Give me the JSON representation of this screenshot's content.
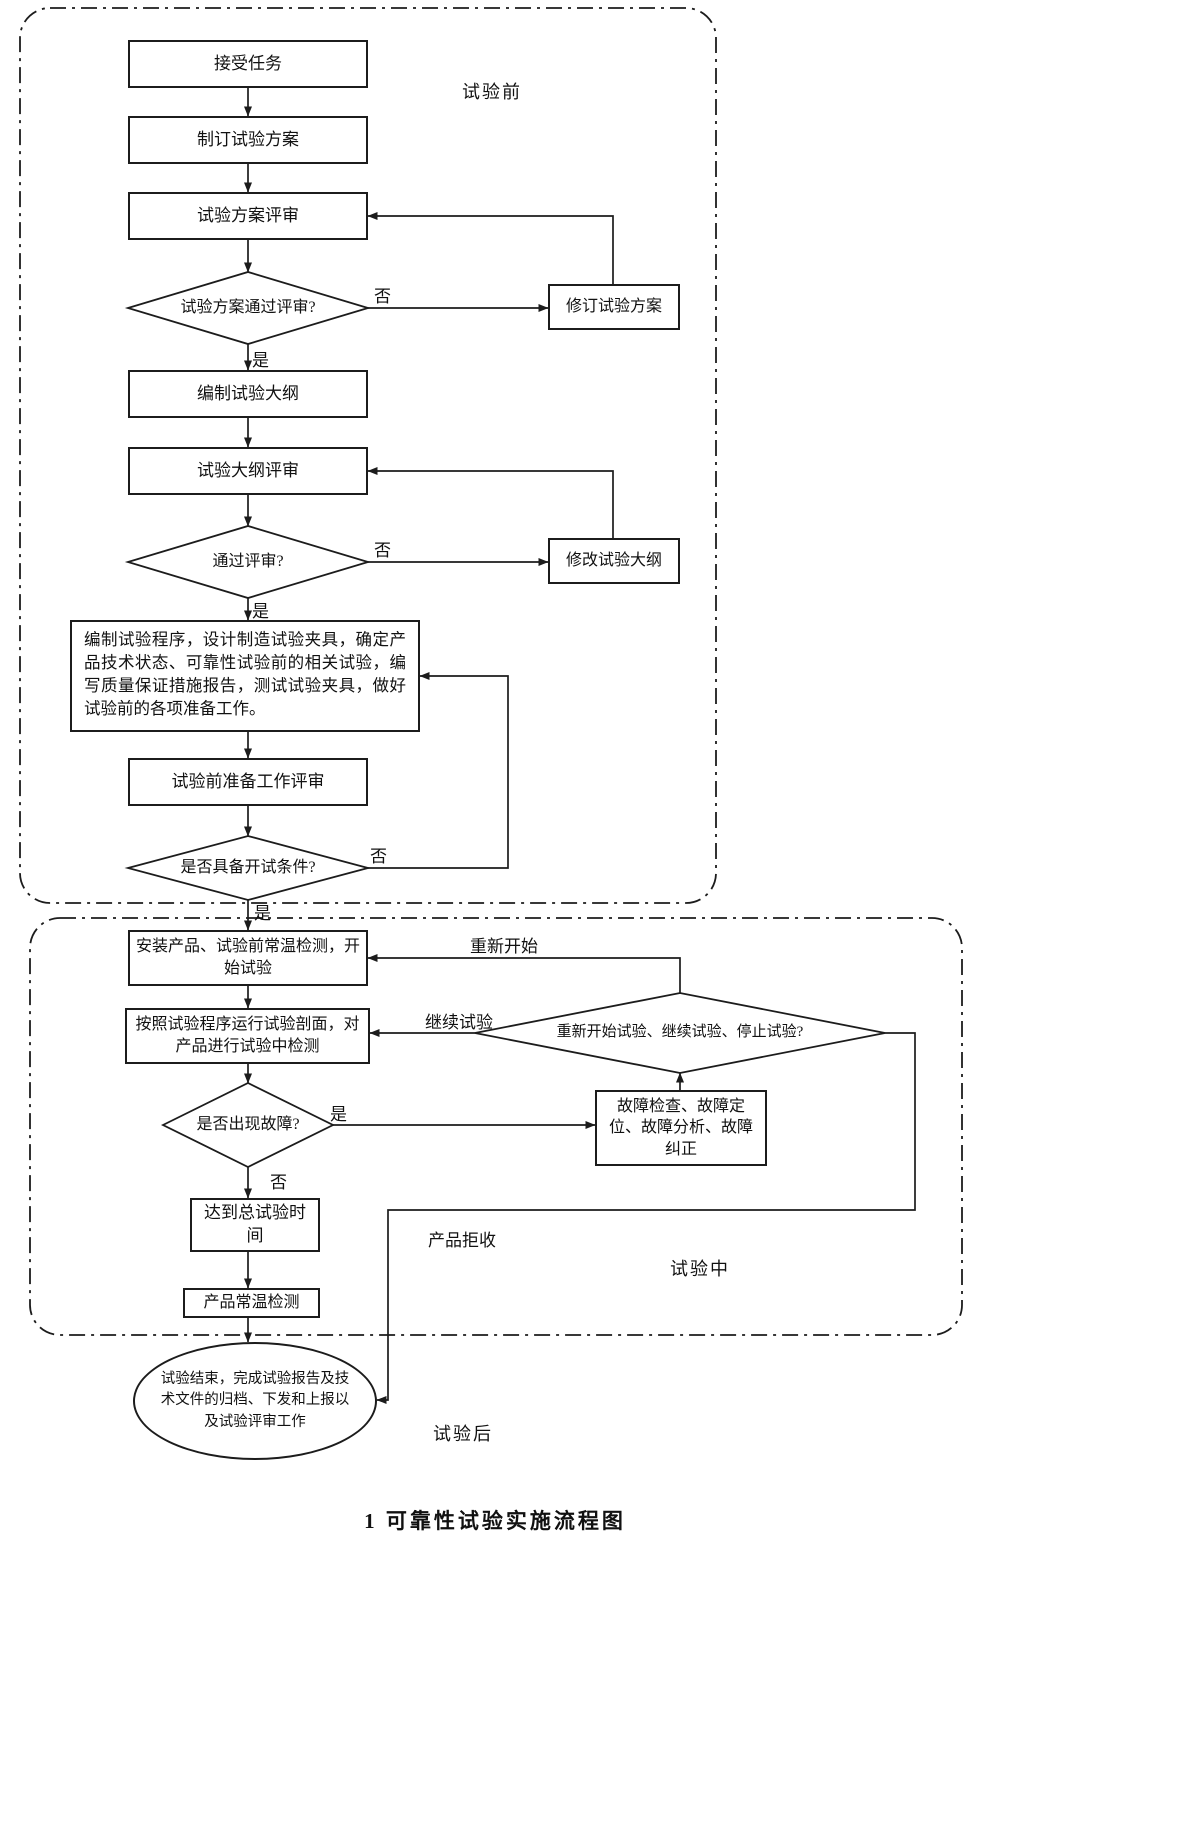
{
  "page": {
    "caption": "1  可靠性试验实施流程图"
  },
  "phases": {
    "before": "试验前",
    "during": "试验中",
    "after": "试验后"
  },
  "nodes": {
    "accept_task": "接受任务",
    "make_plan": "制订试验方案",
    "plan_review": "试验方案评审",
    "plan_pass_q": "试验方案通过评审?",
    "revise_plan": "修订试验方案",
    "make_outline": "编制试验大纲",
    "outline_review": "试验大纲评审",
    "outline_pass_q": "通过评审?",
    "revise_outline": "修改试验大纲",
    "prepare": "编制试验程序，设计制造试验夹具，确定产品技术状态、可靠性试验前的相关试验，编写质量保证措施报告，测试试验夹具，做好试验前的各项准备工作。",
    "prep_review": "试验前准备工作评审",
    "ready_q": "是否具备开试条件?",
    "install_start": "安装产品、试验前常温检测，开始试验",
    "run_profile": "按照试验程序运行试验剖面，对产品进行试验中检测",
    "fault_q": "是否出现故障?",
    "fault_handle": "故障检查、故障定位、故障分析、故障纠正",
    "decision_q": "重新开始试验、继续试验、停止试验?",
    "total_time": "达到总试验时间",
    "normal_check": "产品常温检测",
    "end_node": "试验结束，完成试验报告及技术文件的归档、下发和上报以及试验评审工作"
  },
  "edge_labels": {
    "no1": "否",
    "yes1": "是",
    "no2": "否",
    "yes2": "是",
    "no3": "否",
    "yes3": "是",
    "yes4": "是",
    "no4": "否",
    "restart": "重新开始",
    "continue": "继续试验",
    "reject": "产品拒收"
  },
  "colors": {
    "ink": "#1c1c1c",
    "paper": "#ffffff"
  }
}
